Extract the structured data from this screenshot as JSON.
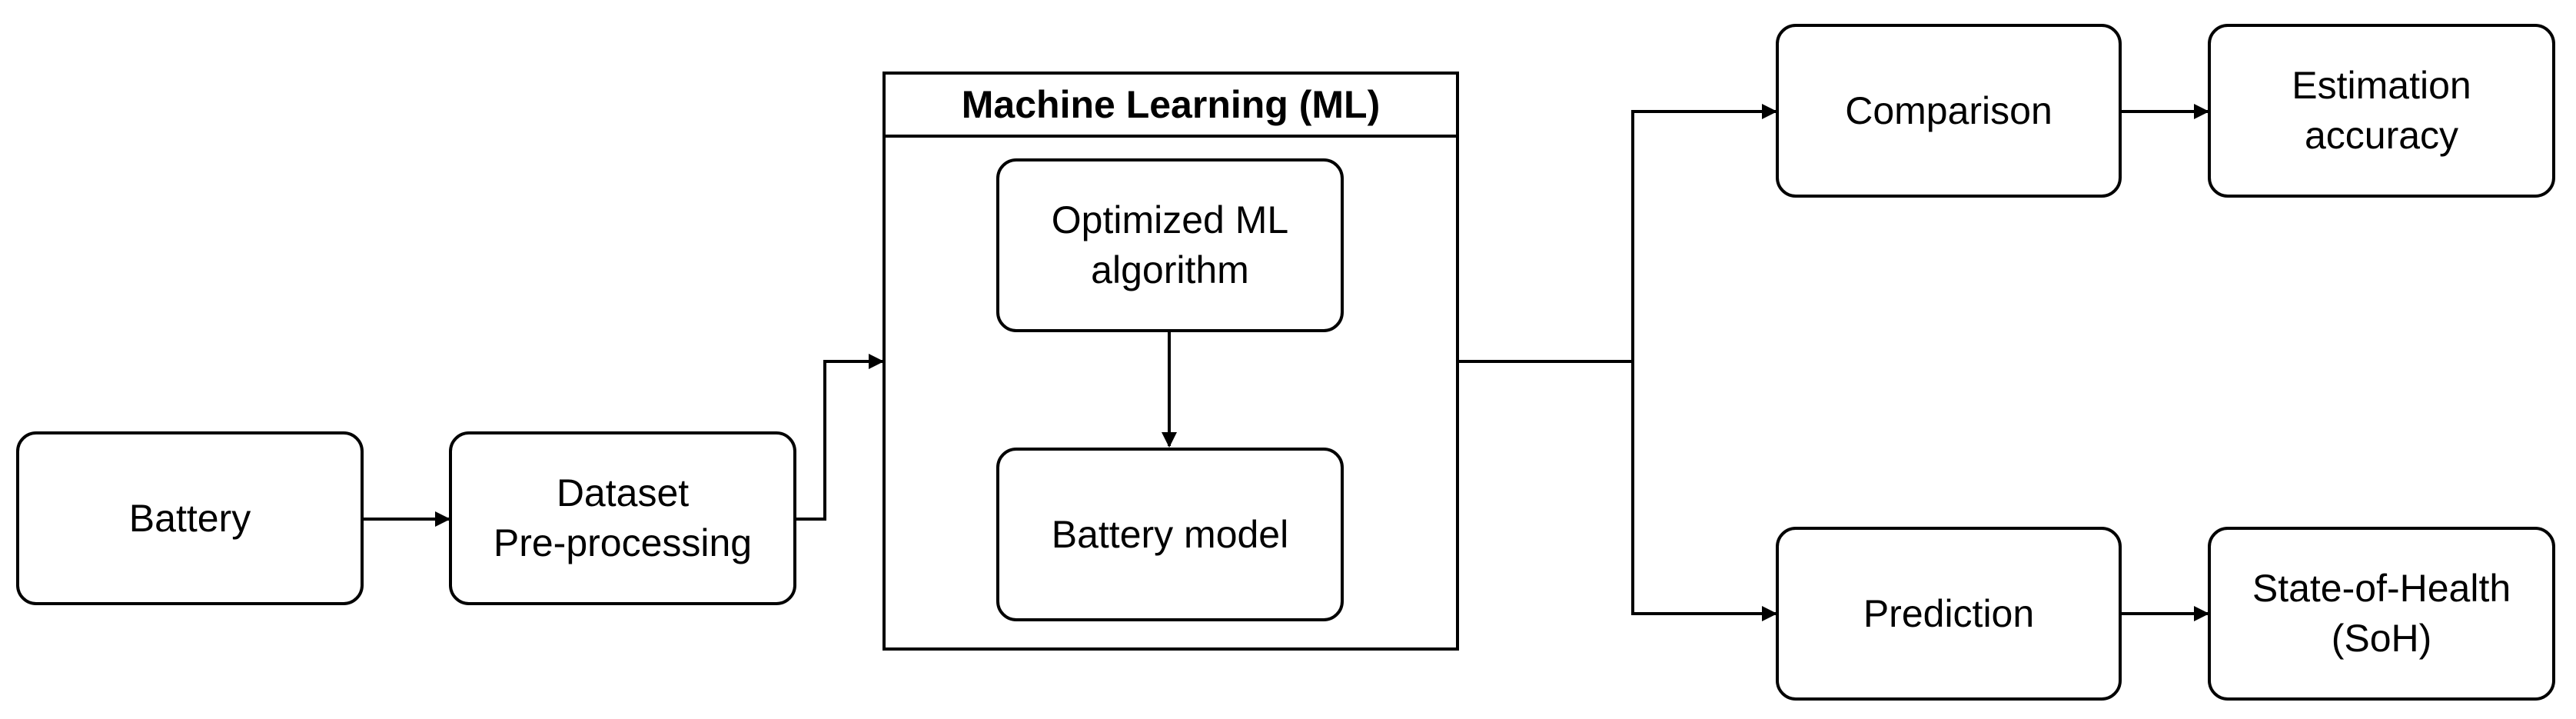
{
  "diagram": {
    "colors": {
      "stroke": "#000000",
      "fill": "#ffffff",
      "text": "#000000"
    },
    "nodes": {
      "battery": "Battery",
      "dataset": "Dataset\nPre-processing",
      "ml_container_title": "Machine Learning (ML)",
      "optimized_ml": "Optimized ML\nalgorithm",
      "battery_model": "Battery model",
      "comparison": "Comparison",
      "estimation_accuracy": "Estimation\naccuracy",
      "prediction": "Prediction",
      "state_of_health": "State-of-Health\n(SoH)"
    },
    "edges": [
      {
        "from": "battery",
        "to": "dataset"
      },
      {
        "from": "dataset",
        "to": "ml_container_title"
      },
      {
        "from": "optimized_ml",
        "to": "battery_model"
      },
      {
        "from": "ml_container_title",
        "to": "comparison"
      },
      {
        "from": "ml_container_title",
        "to": "prediction"
      },
      {
        "from": "comparison",
        "to": "estimation_accuracy"
      },
      {
        "from": "prediction",
        "to": "state_of_health"
      }
    ]
  }
}
